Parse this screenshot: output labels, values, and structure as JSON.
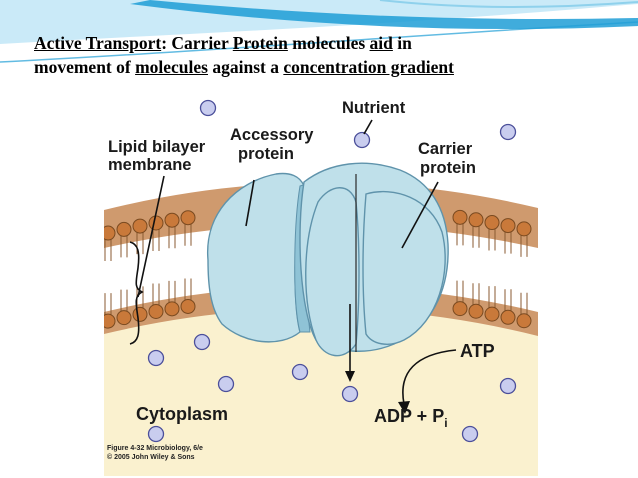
{
  "slide": {
    "title": {
      "parts": [
        {
          "text": "Active Transport",
          "underline": true
        },
        {
          "text": ":  Carrier ",
          "underline": false
        },
        {
          "text": "Protein",
          "underline": true
        },
        {
          "text": " molecules ",
          "underline": false
        },
        {
          "text": "aid",
          "underline": true
        },
        {
          "text": " in",
          "underline": false
        },
        {
          "text": "\n",
          "underline": false
        },
        {
          "text": "movement of ",
          "underline": false
        },
        {
          "text": "molecules",
          "underline": true
        },
        {
          "text": " against a ",
          "underline": false
        },
        {
          "text": "concentration gradient",
          "underline": true
        }
      ]
    },
    "header_swoosh_colors": [
      "#1f9ed6",
      "#9fd9f2"
    ]
  },
  "figure": {
    "labels": {
      "lipid_line1": "Lipid bilayer",
      "lipid_line2": "membrane",
      "accessory_line1": "Accessory",
      "accessory_line2": "protein",
      "nutrient": "Nutrient",
      "carrier_line1": "Carrier",
      "carrier_line2": "protein",
      "atp": "ATP",
      "adp": "ADP + P",
      "adp_sub": "i",
      "cytoplasm": "Cytoplasm"
    },
    "caption_line1": "Figure 4-32 Microbiology, 6/e",
    "caption_line2": "© 2005 John Wiley & Sons",
    "colors": {
      "extracellular": "#ffffff",
      "cytoplasm": "#faf1cf",
      "membrane_band": "#cf9a6e",
      "lipid_head": "#c9793a",
      "protein_fill": "#bfe0ea",
      "protein_stroke": "#5f93ab",
      "nutrient_fill": "#c9cdef",
      "nutrient_stroke": "#4b4f9a"
    },
    "icons": [
      "nutrient-molecule-icon",
      "lipid-head-icon",
      "arrow-icon"
    ]
  }
}
